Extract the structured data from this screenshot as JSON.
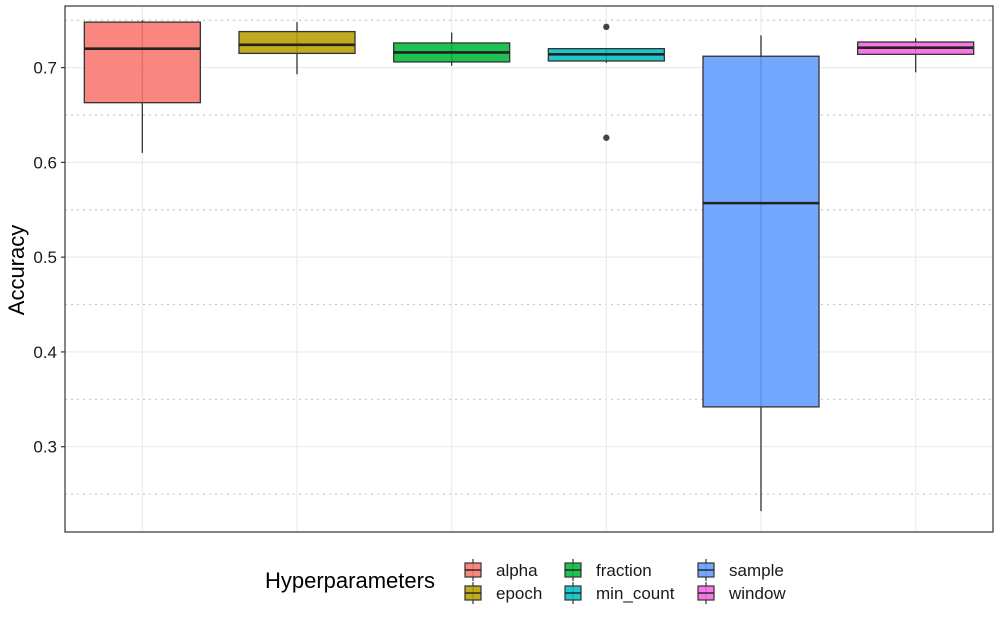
{
  "chart_data": {
    "type": "boxplot",
    "title": "",
    "xlabel": "",
    "ylabel": "Accuracy",
    "ylim": [
      0.21,
      0.765
    ],
    "y_ticks": [
      0.3,
      0.4,
      0.5,
      0.6,
      0.7
    ],
    "y_tick_labels": [
      "0.3",
      "0.4",
      "0.5",
      "0.6",
      "0.7"
    ],
    "dotted_gridlines": [
      0.25,
      0.35,
      0.45,
      0.55,
      0.65,
      0.75
    ],
    "grid": true,
    "legend": {
      "title": "Hyperparameters",
      "position": "bottom",
      "columns": 3
    },
    "series": [
      {
        "name": "alpha",
        "color": "#F8766D",
        "min": 0.61,
        "q1": 0.663,
        "median": 0.72,
        "q3": 0.748,
        "max": 0.75,
        "outliers": []
      },
      {
        "name": "epoch",
        "color": "#B79F00",
        "min": 0.693,
        "q1": 0.715,
        "median": 0.724,
        "q3": 0.738,
        "max": 0.748,
        "outliers": []
      },
      {
        "name": "fraction",
        "color": "#00BA38",
        "min": 0.702,
        "q1": 0.706,
        "median": 0.716,
        "q3": 0.726,
        "max": 0.737,
        "outliers": []
      },
      {
        "name": "min_count",
        "color": "#00BFC4",
        "min": 0.705,
        "q1": 0.707,
        "median": 0.714,
        "q3": 0.72,
        "max": 0.72,
        "outliers": [
          0.743,
          0.626
        ]
      },
      {
        "name": "sample",
        "color": "#619CFF",
        "min": 0.232,
        "q1": 0.342,
        "median": 0.557,
        "q3": 0.712,
        "max": 0.734,
        "outliers": []
      },
      {
        "name": "window",
        "color": "#F564E3",
        "min": 0.695,
        "q1": 0.714,
        "median": 0.721,
        "q3": 0.727,
        "max": 0.731,
        "outliers": []
      }
    ]
  }
}
